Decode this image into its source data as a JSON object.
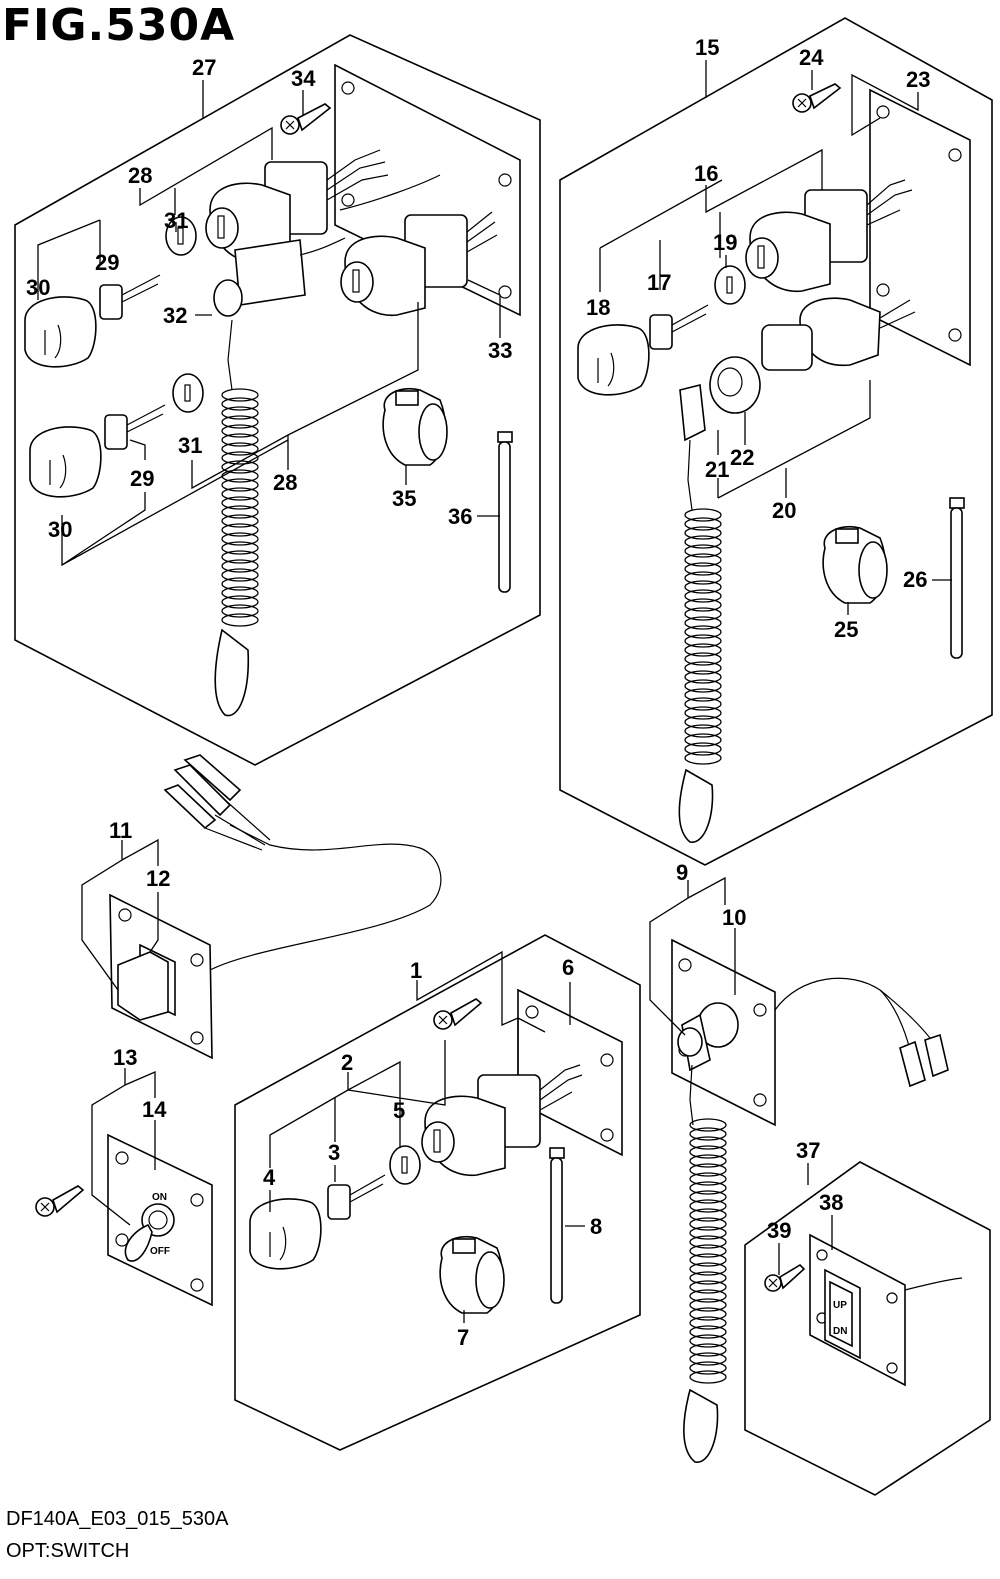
{
  "figure": {
    "title": "FIG.530A",
    "code": "DF140A_E03_015_530A",
    "caption": "OPT:SWITCH"
  },
  "callouts": [
    "1",
    "2",
    "3",
    "4",
    "5",
    "6",
    "7",
    "8",
    "9",
    "10",
    "11",
    "12",
    "13",
    "14",
    "15",
    "16",
    "17",
    "18",
    "19",
    "20",
    "21",
    "22",
    "23",
    "24",
    "25",
    "26",
    "27",
    "28",
    "29",
    "30",
    "31",
    "32",
    "33",
    "34",
    "35",
    "36",
    "37",
    "38",
    "39"
  ],
  "switch_labels": {
    "toggle_on": "ON",
    "toggle_off": "OFF",
    "trim_up": "UP",
    "trim_down": "DN"
  }
}
